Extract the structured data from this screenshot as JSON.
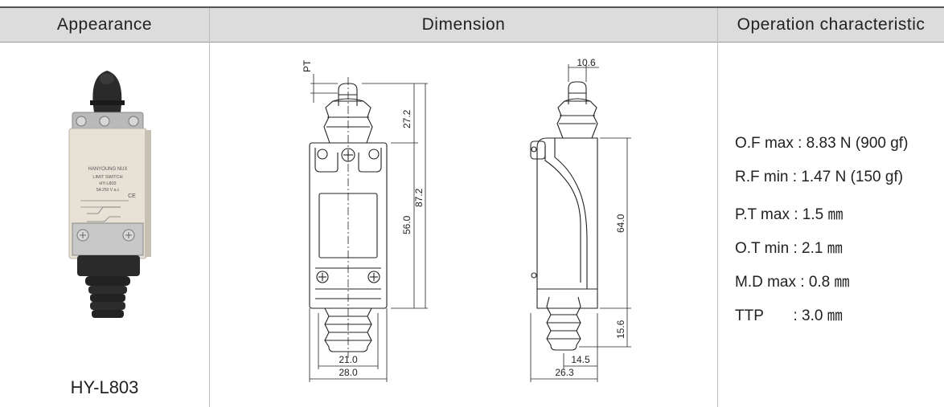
{
  "table": {
    "headers": {
      "appearance": "Appearance",
      "dimension": "Dimension",
      "operation": "Operation characteristic"
    }
  },
  "product": {
    "model": "HY-L803",
    "label_lines": [
      "HANYOUNG NUX",
      "LIMIT SWITCH",
      "HY-L803",
      "5A 250 V a.c"
    ],
    "label_mark": "CE"
  },
  "dimensions": {
    "pt": "PT",
    "d27_2": "27.2",
    "d87_2": "87.2",
    "d56_0": "56.0",
    "d21_0": "21.0",
    "d28_0": "28.0",
    "d10_6": "10.6",
    "d64_0": "64.0",
    "d15_6": "15.6",
    "d14_5": "14.5",
    "d26_3": "26.3"
  },
  "specs": [
    "O.F max : 8.83 N (900 gf)",
    "R.F min : 1.47 N (150 gf)",
    "P.T max : 1.5 ㎜",
    "O.T min : 2.1 ㎜",
    "M.D max : 0.8 ㎜",
    "TTP       : 3.0 ㎜"
  ],
  "colors": {
    "header_bg": "#dcdcdc",
    "grid_line": "#bdbdbd",
    "product_body": "#e8e2d6",
    "rubber": "#2a2a2a"
  }
}
